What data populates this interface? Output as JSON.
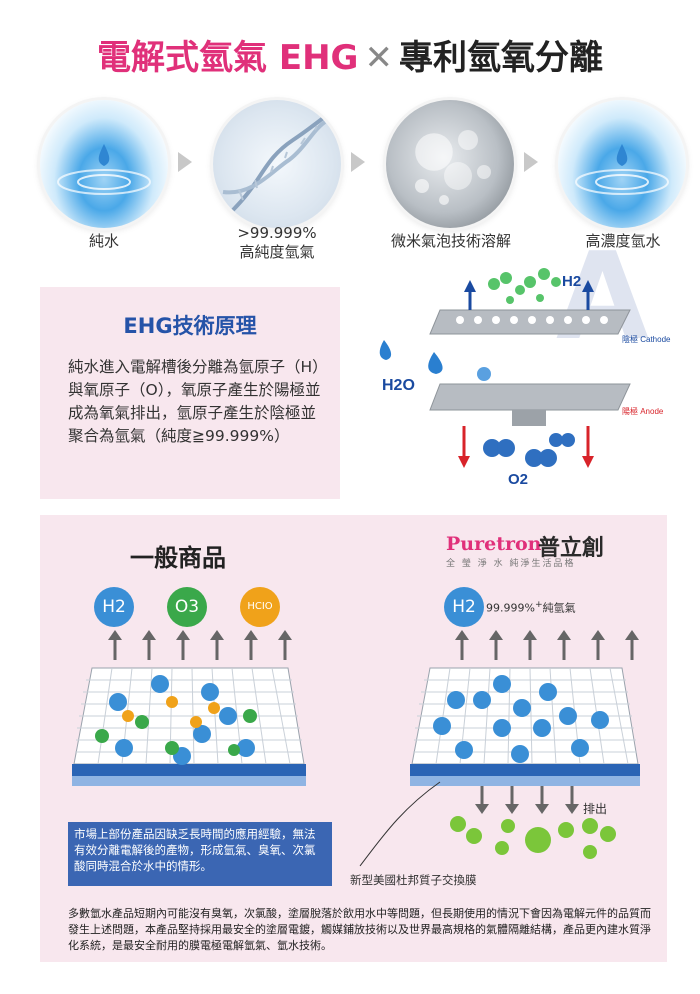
{
  "title": {
    "part1": "電解式氫氣 EHG",
    "cross": "✕",
    "part2": "專利氫氧分離"
  },
  "process": {
    "steps": [
      {
        "label": "純水"
      },
      {
        "label": ">99.999%\n高純度氫氣",
        "line1": ">99.999%",
        "line2": "高純度氫氣"
      },
      {
        "label": "微米氣泡技術溶解"
      },
      {
        "label": "高濃度氫水"
      }
    ]
  },
  "principle": {
    "title": "EHG技術原理",
    "body": "純水進入電解槽後分離為氫原子（H）與氧原子（O），氧原子產生於陽極並成為氧氣排出，氫原子產生於陰極並聚合為氫氣（純度≧99.999%）"
  },
  "diagram": {
    "h2": "H2",
    "h2o": "H2O",
    "o2": "O2",
    "cathode": "陰極 Cathode",
    "anode": "陽極 Anode"
  },
  "compare": {
    "general_title": "一般商品",
    "brand": "Puretron",
    "brand_cn": "普立創",
    "brand_sub": "全 瑩 淨 水   純淨生活品格",
    "general_gases": [
      "H2",
      "O3",
      "HCIO"
    ],
    "pure_gas": "H2",
    "pure_note": "99.999%",
    "pure_note_sup": "+",
    "pure_note_text": "純氫氣",
    "note_box": "市場上部份產品因缺乏長時間的應用經驗，無法有效分離電解後的產物，形成氫氣、臭氧、次氯酸同時混合於水中的情形。",
    "membrane_label": "新型美國杜邦質子交換膜",
    "discharge_label": "排出",
    "bottom_text": "多數氫水產品短期內可能沒有臭氧，次氯酸，塗層脫落於飲用水中等問題，但長期使用的情況下會因為電解元件的品質而發生上述問題，本產品堅持採用最安全的塗層電鍍，觸媒鋪放技術以及世界最高規格的氣體隔離結構，產品更內建水質淨化系統，是最安全耐用的膜電極電解氫氣、氫水技術。"
  },
  "colors": {
    "pink": "#e0307a",
    "blue": "#2553a8",
    "panel": "#f8e7ee",
    "note": "#3b66b3"
  }
}
